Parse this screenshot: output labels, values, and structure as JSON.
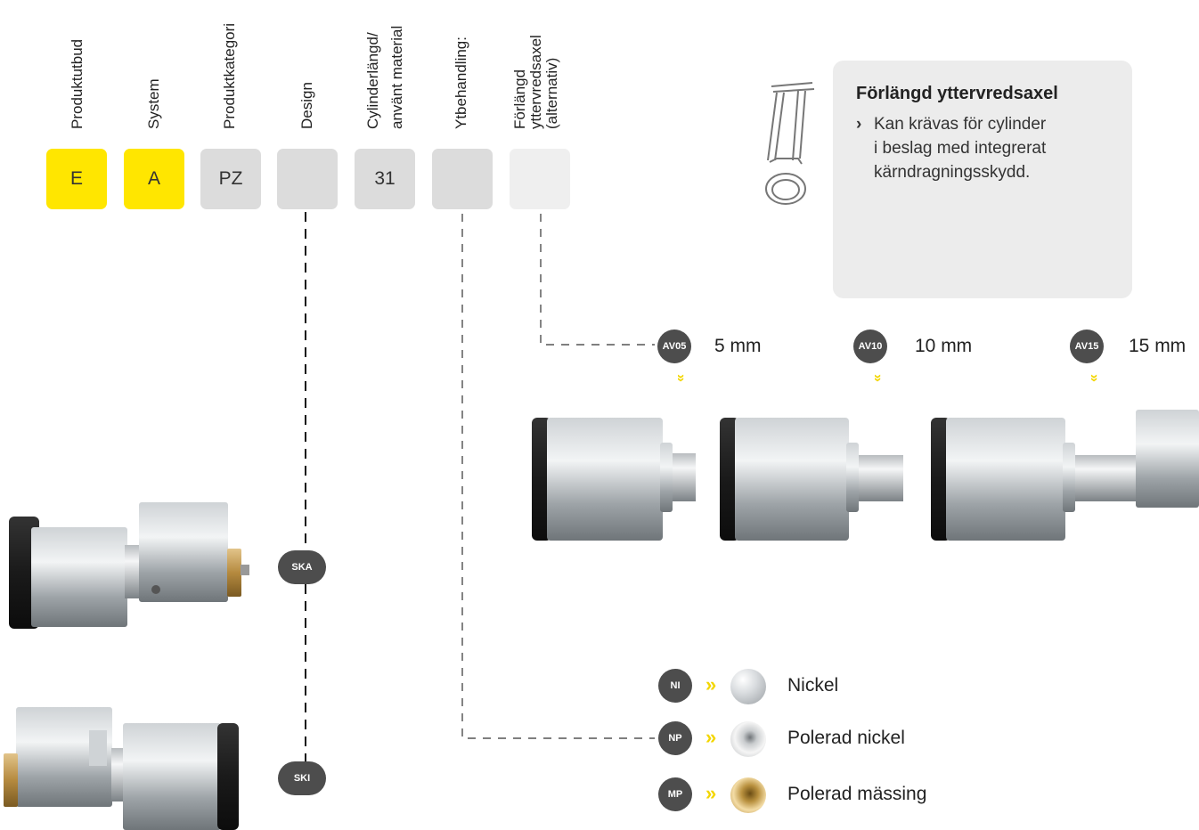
{
  "columns": [
    {
      "label": "Produktutbud",
      "code": "E"
    },
    {
      "label": "System",
      "code": "A"
    },
    {
      "label": "Produktkategori",
      "code": "PZ"
    },
    {
      "label": "Design",
      "code": ""
    },
    {
      "label_line1": "Cylinderlängd/",
      "label_line2": "använt material",
      "code": "31"
    },
    {
      "label": "Ytbehandling:",
      "code": ""
    },
    {
      "label_line1": "Förlängd",
      "label_line2": "yttervredsaxel",
      "label_line3": "(alternativ)",
      "code": ""
    }
  ],
  "info_box": {
    "title": "Förlängd yttervredsaxel",
    "bullet_icon": "›",
    "line1": "Kan krävas för cylinder",
    "line2": "i beslag med integrerat",
    "line3": "kärndragningsskydd."
  },
  "axle_options": [
    {
      "code": "AV05",
      "label": "5 mm"
    },
    {
      "code": "AV10",
      "label": "10 mm"
    },
    {
      "code": "AV15",
      "label": "15 mm"
    }
  ],
  "design_options": [
    {
      "code": "SKA"
    },
    {
      "code": "SKI"
    }
  ],
  "finish_options": [
    {
      "code": "NI",
      "label": "Nickel"
    },
    {
      "code": "NP",
      "label": "Polerad nickel"
    },
    {
      "code": "MP",
      "label": "Polerad mässing"
    }
  ],
  "colors": {
    "accent_yellow": "#ffe600",
    "badge": "#4d4d4d",
    "box_grey": "#dcdcdc",
    "box_light": "#efefef"
  },
  "icons": {
    "chevron_double": "»"
  }
}
